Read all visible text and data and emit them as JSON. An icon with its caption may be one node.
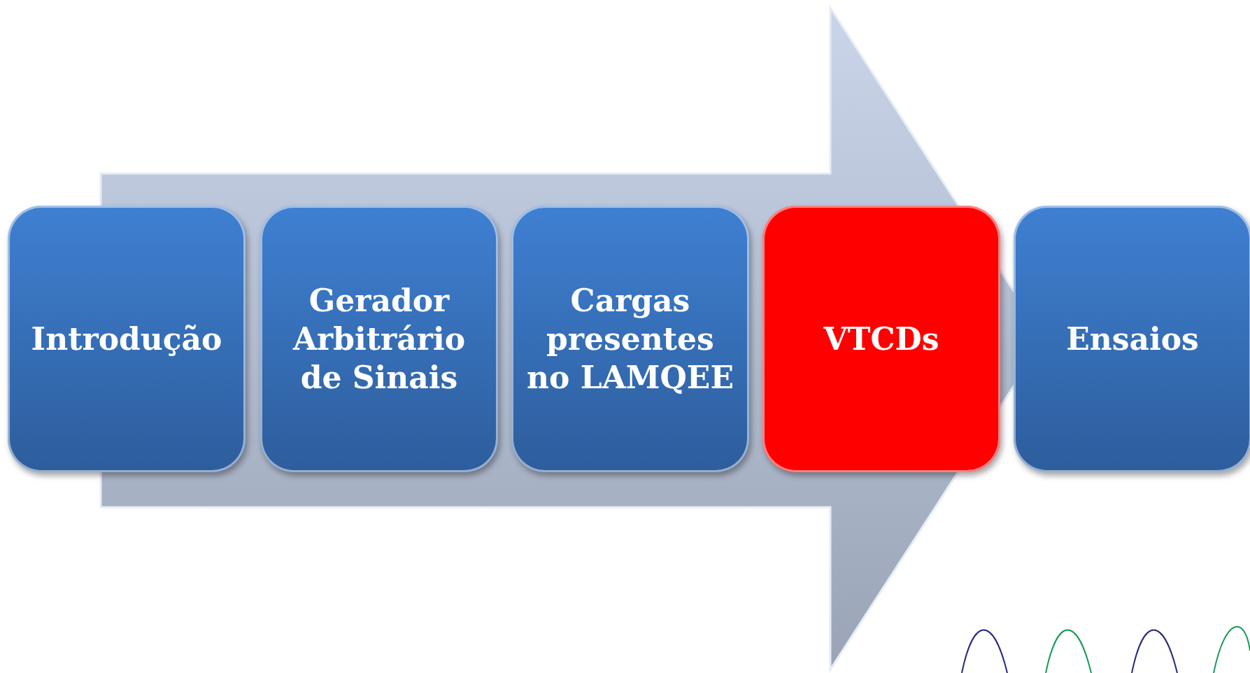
{
  "diagram": {
    "nodes": [
      {
        "text": [
          "Introdução"
        ]
      },
      {
        "text": [
          "Gerador Arbitrário de Sinais"
        ]
      },
      {
        "text": [
          "Cargas presentes no LAMQEE"
        ]
      },
      {
        "text": [
          "VTCDs"
        ]
      },
      {
        "text": [
          "Ensaios"
        ]
      }
    ],
    "edges": [
      {
        "from": 0,
        "to": 4,
        "arrow": "to"
      }
    ]
  }
}
